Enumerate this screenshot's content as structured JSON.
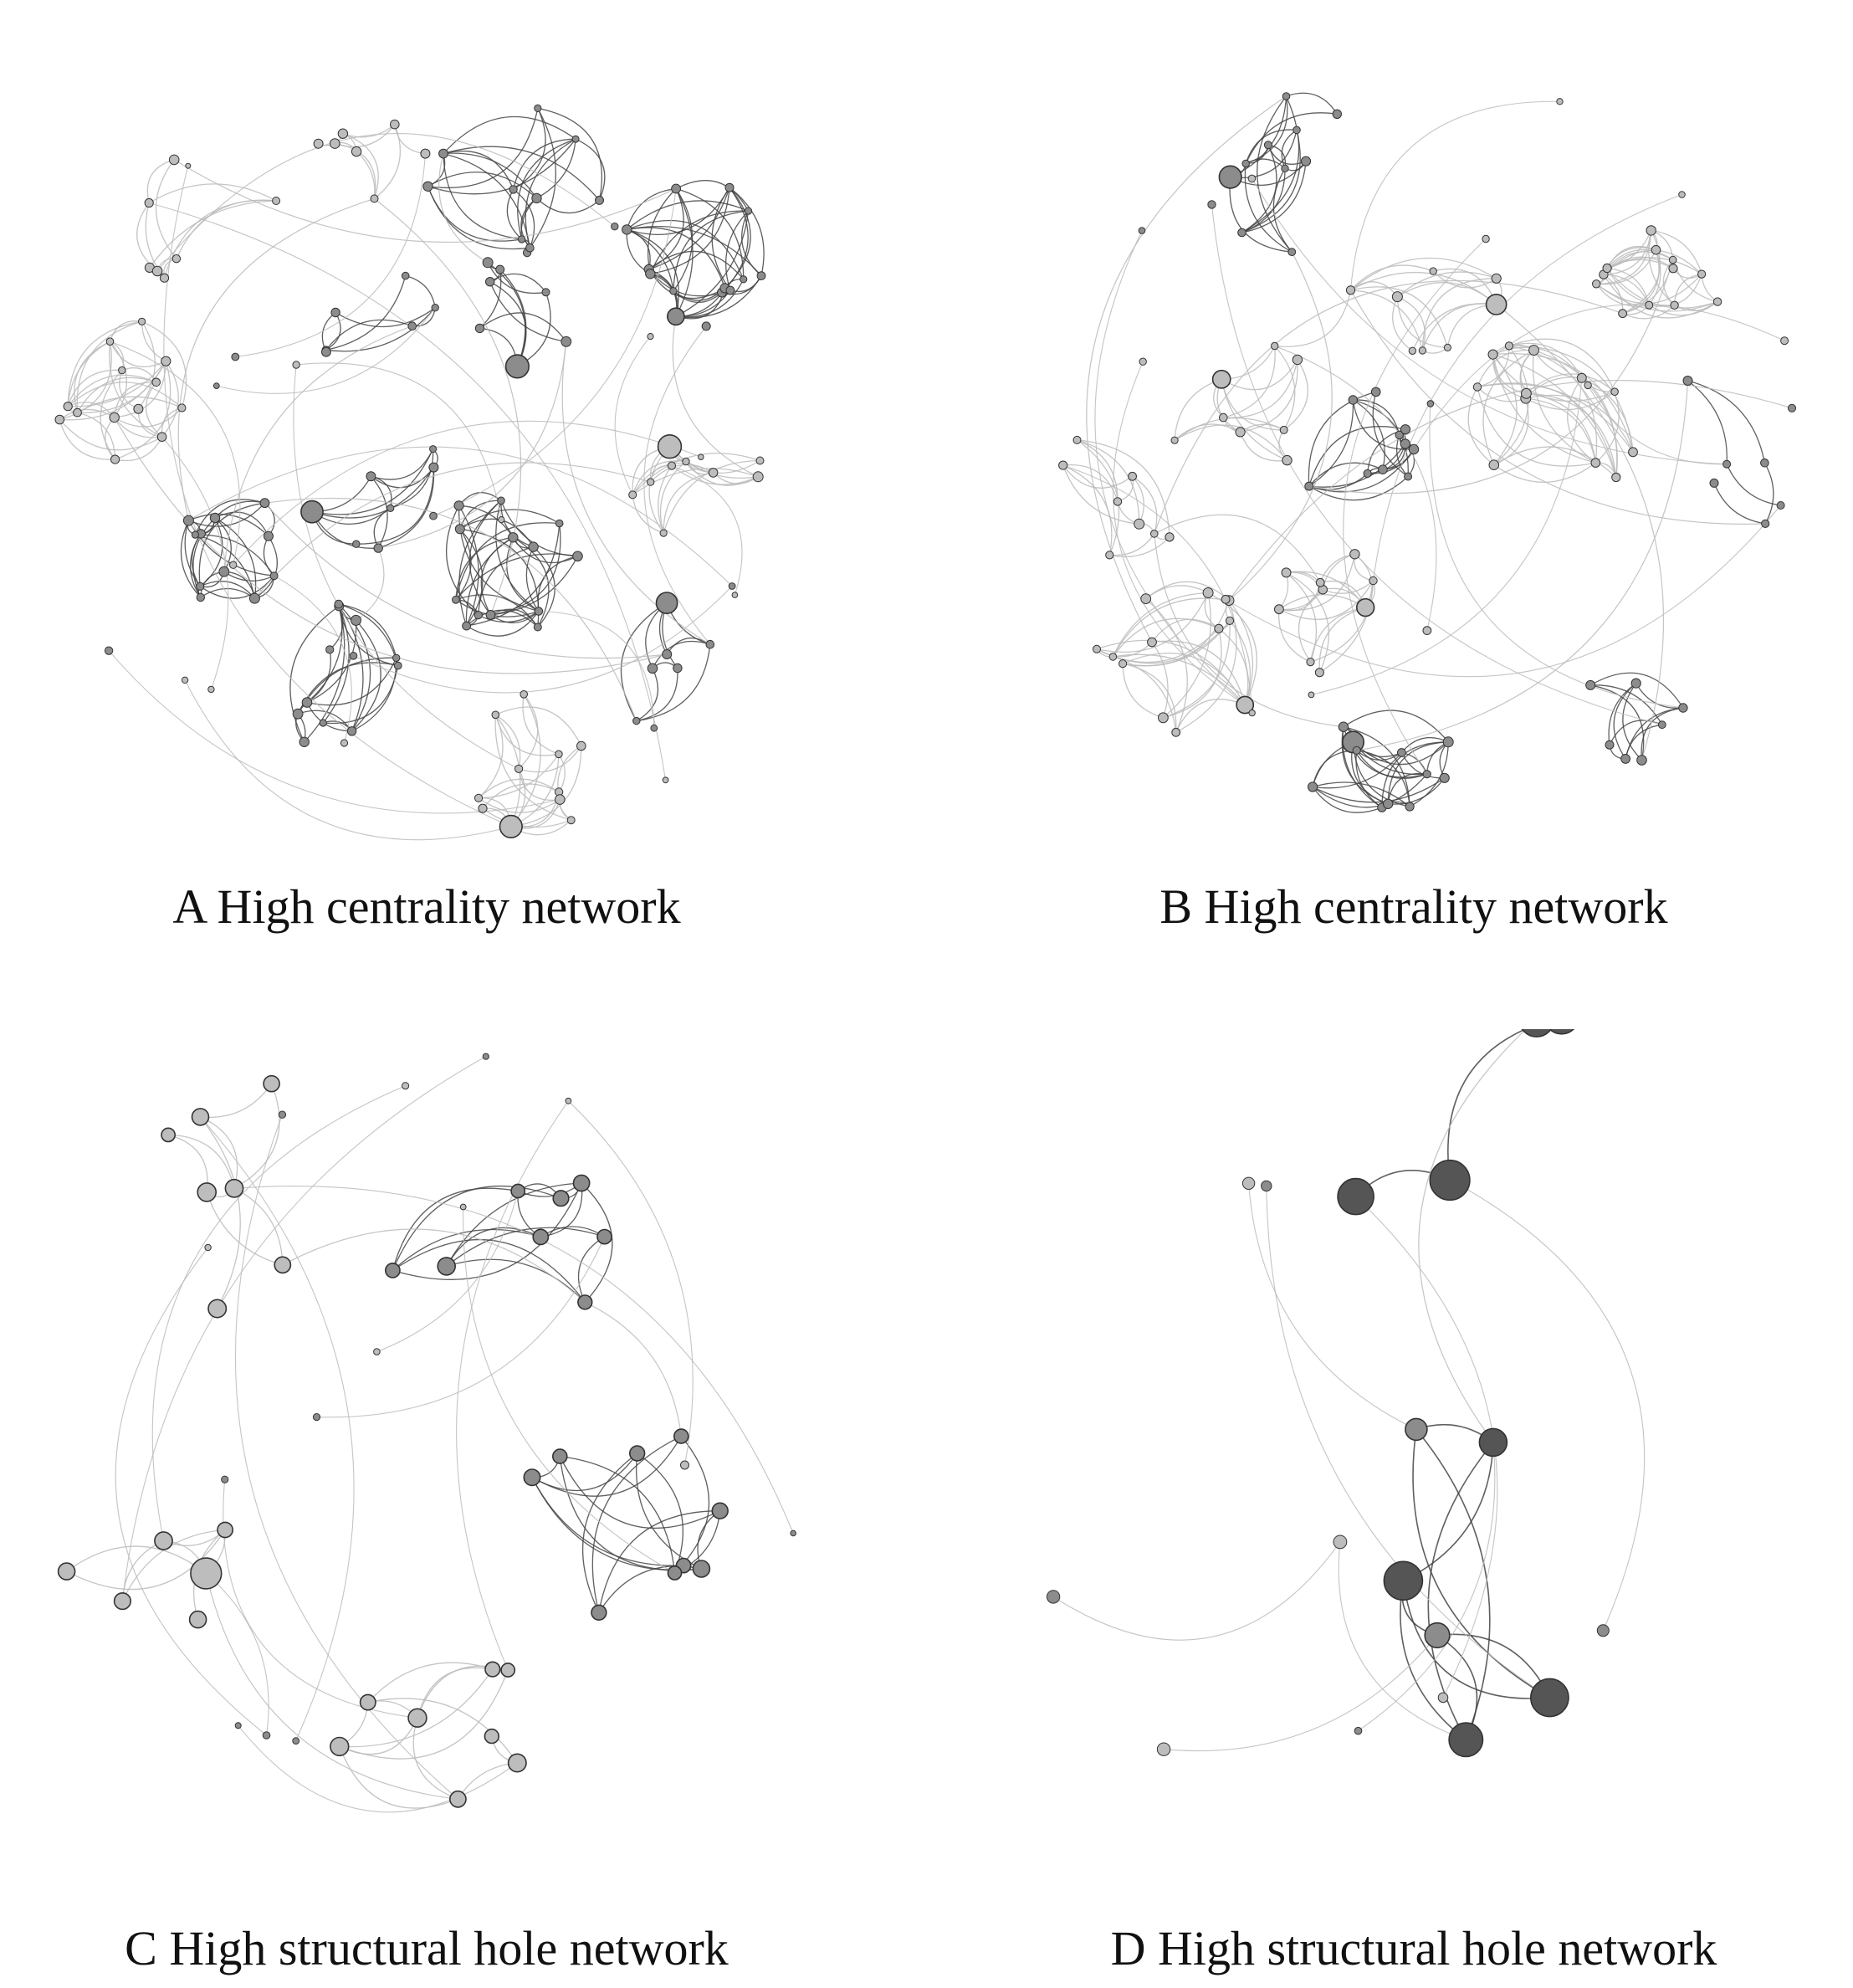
{
  "panels": [
    {
      "id": "A",
      "caption": "A High centrality network",
      "graph_type": "dense",
      "seed": 11,
      "groups": 14,
      "loners": 20
    },
    {
      "id": "B",
      "caption": "B High centrality network",
      "graph_type": "dense",
      "seed": 27,
      "groups": 12,
      "loners": 14
    },
    {
      "id": "C",
      "caption": "C High structural hole network",
      "graph_type": "medium",
      "seed": 5,
      "groups": 5,
      "loners": 14
    },
    {
      "id": "D",
      "caption": "D High structural hole network",
      "graph_type": "sparse",
      "seed": 3,
      "groups": 2,
      "loners": 8
    }
  ],
  "colors": {
    "dark_node": "#555555",
    "mid_node": "#8c8c8c",
    "light_node": "#bdbdbd",
    "dark_edge": "#444444",
    "light_edge": "#bbbbbb"
  }
}
